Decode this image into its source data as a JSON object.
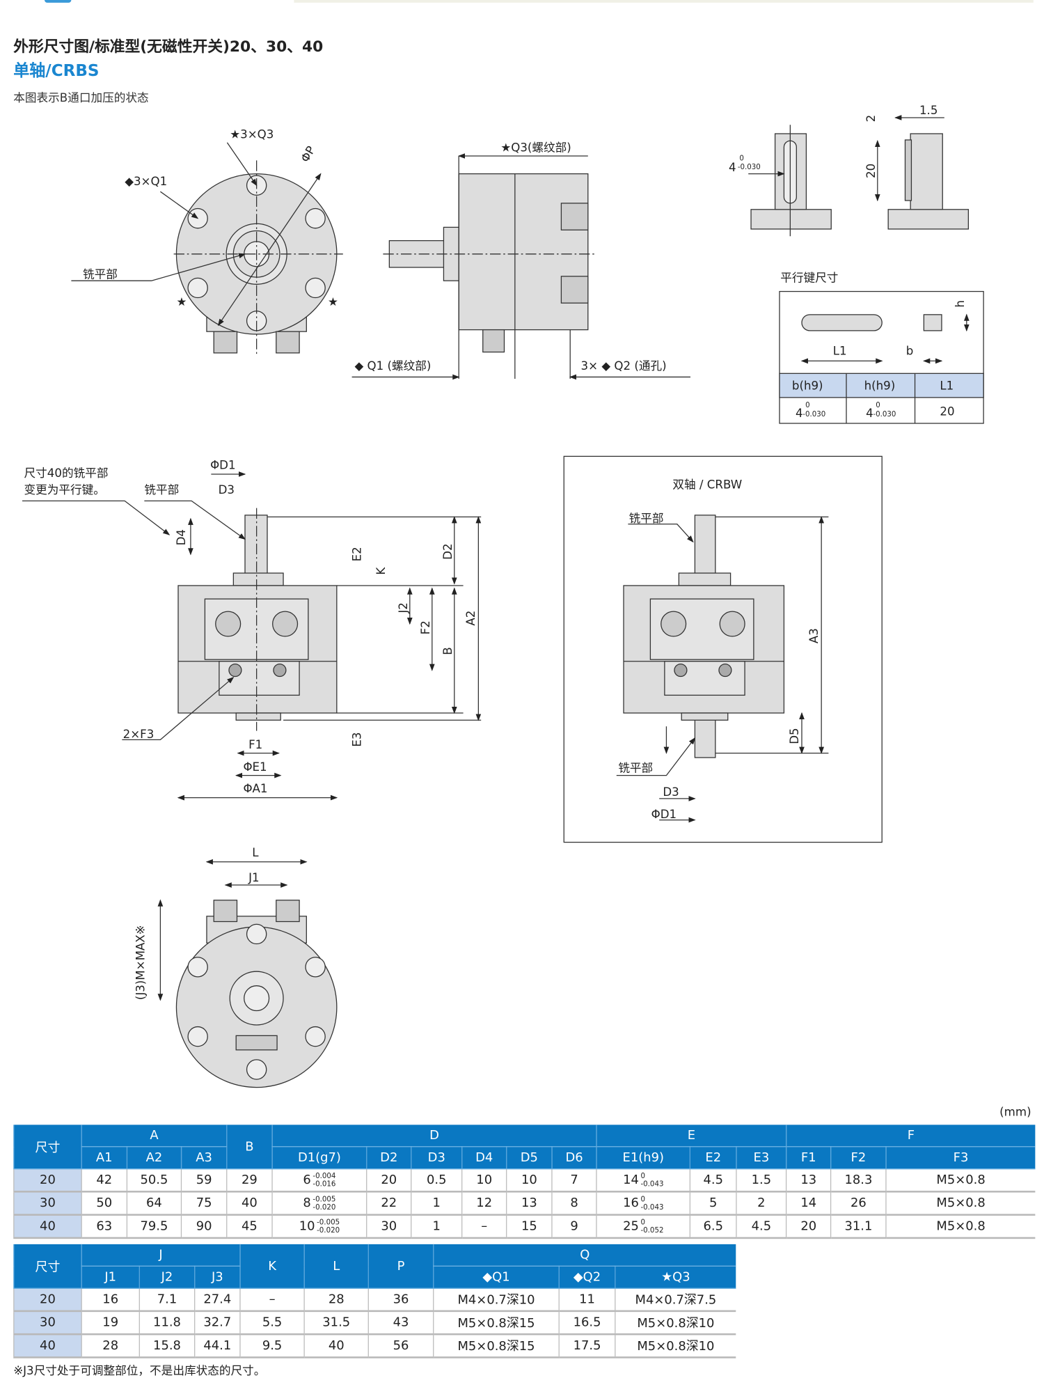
{
  "header": {
    "title": "外形尺寸图/标准型(无磁性开关)20、30、40",
    "subtitle": "单轴/CRBS",
    "note": "本图表示B通口加压的状态"
  },
  "front_view": {
    "q3": "★3×Q3",
    "q1": "◆3×Q1",
    "p": "ΦP",
    "flat": "铣平部",
    "star_l": "★",
    "star_r": "★"
  },
  "side_view": {
    "q3": "★Q3(螺纹部)",
    "q1": "◆ Q1 (螺纹部)",
    "q2": "3× ◆ Q2 (通孔)"
  },
  "key_detail": {
    "width": "4",
    "width_up": "0",
    "width_lo": "-0.030",
    "top": "2",
    "offset": "1.5",
    "length": "20"
  },
  "key_table": {
    "title": "平行键尺寸",
    "l1": "L1",
    "b": "b",
    "h": "h",
    "headers": [
      "b(h9)",
      "h(h9)",
      "L1"
    ],
    "b_val": "4",
    "b_up": "0",
    "b_lo": "-0.030",
    "h_val": "4",
    "h_up": "0",
    "h_lo": "-0.030",
    "l1_val": "20"
  },
  "single_shaft": {
    "note1": "尺寸40的铣平部",
    "note2": "变更为平行键。",
    "flat": "铣平部",
    "d1": "ΦD1",
    "d3": "D3",
    "d4": "D4",
    "e2": "E2",
    "k": "K",
    "d2": "D2",
    "j2": "J2",
    "f2": "F2",
    "b": "B",
    "a2": "A2",
    "f3": "2×F3",
    "e3": "E3",
    "f1": "F1",
    "e1": "ΦE1",
    "a1": "ΦA1"
  },
  "double_shaft": {
    "title": "双轴 / CRBW",
    "flat_top": "铣平部",
    "a3": "A3",
    "d5": "D5",
    "flat_bottom": "铣平部",
    "d3": "D3",
    "d1": "ΦD1"
  },
  "bottom_view": {
    "l": "L",
    "j1": "J1",
    "j3": "(J3)M×MAX※"
  },
  "unit": "(mm)",
  "table1": {
    "groups": [
      "尺寸",
      "A",
      "B",
      "D",
      "E",
      "F"
    ],
    "subs": [
      "A1",
      "A2",
      "A3",
      "D1(g7)",
      "D2",
      "D3",
      "D4",
      "D5",
      "D6",
      "E1(h9)",
      "E2",
      "E3",
      "F1",
      "F2",
      "F3"
    ],
    "rows": [
      {
        "size": "20",
        "A1": "42",
        "A2": "50.5",
        "A3": "59",
        "B": "29",
        "D1": {
          "v": "6",
          "up": "-0.004",
          "lo": "-0.016"
        },
        "D2": "20",
        "D3": "0.5",
        "D4": "10",
        "D5": "10",
        "D6": "7",
        "E1": {
          "v": "14",
          "up": "0",
          "lo": "-0.043"
        },
        "E2": "4.5",
        "E3": "1.5",
        "F1": "13",
        "F2": "18.3",
        "F3": "M5×0.8"
      },
      {
        "size": "30",
        "A1": "50",
        "A2": "64",
        "A3": "75",
        "B": "40",
        "D1": {
          "v": "8",
          "up": "-0.005",
          "lo": "-0.020"
        },
        "D2": "22",
        "D3": "1",
        "D4": "12",
        "D5": "13",
        "D6": "8",
        "E1": {
          "v": "16",
          "up": "0",
          "lo": "-0.043"
        },
        "E2": "5",
        "E3": "2",
        "F1": "14",
        "F2": "26",
        "F3": "M5×0.8"
      },
      {
        "size": "40",
        "A1": "63",
        "A2": "79.5",
        "A3": "90",
        "B": "45",
        "D1": {
          "v": "10",
          "up": "-0.005",
          "lo": "-0.020"
        },
        "D2": "30",
        "D3": "1",
        "D4": "–",
        "D5": "15",
        "D6": "9",
        "E1": {
          "v": "25",
          "up": "0",
          "lo": "-0.052"
        },
        "E2": "6.5",
        "E3": "4.5",
        "F1": "20",
        "F2": "31.1",
        "F3": "M5×0.8"
      }
    ]
  },
  "table2": {
    "groups": [
      "尺寸",
      "J",
      "K",
      "L",
      "P",
      "Q"
    ],
    "subs": [
      "J1",
      "J2",
      "J3",
      "◆Q1",
      "◆Q2",
      "★Q3"
    ],
    "rows": [
      {
        "size": "20",
        "J1": "16",
        "J2": "7.1",
        "J3": "27.4",
        "K": "–",
        "L": "28",
        "P": "36",
        "Q1": "M4×0.7深10",
        "Q2": "11",
        "Q3": "M4×0.7深7.5"
      },
      {
        "size": "30",
        "J1": "19",
        "J2": "11.8",
        "J3": "32.7",
        "K": "5.5",
        "L": "31.5",
        "P": "43",
        "Q1": "M5×0.8深15",
        "Q2": "16.5",
        "Q3": "M5×0.8深10"
      },
      {
        "size": "40",
        "J1": "28",
        "J2": "15.8",
        "J3": "44.1",
        "K": "9.5",
        "L": "40",
        "P": "56",
        "Q1": "M5×0.8深15",
        "Q2": "17.5",
        "Q3": "M5×0.8深10"
      }
    ]
  },
  "footnote": "※J3尺寸处于可调整部位，不是出库状态的尺寸。",
  "colors": {
    "header_blue": "#0a78c2",
    "row_header": "#c8d8ef",
    "title_blue": "#1a86d0"
  }
}
